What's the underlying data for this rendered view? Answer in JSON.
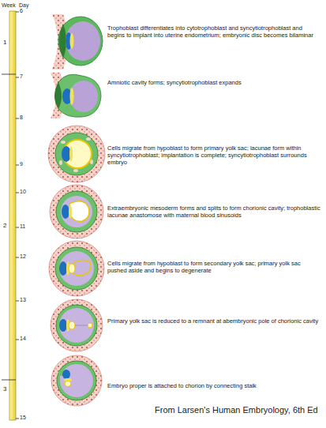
{
  "diagram": {
    "caption": "From Larsen's Human Embryology, 6th Ed",
    "labels": [
      "Week",
      "Day",
      "1",
      "2",
      "3",
      "6",
      "7",
      "8",
      "9",
      "10",
      "11",
      "12",
      "13",
      "14",
      "15",
      "Trophoblast differentiates into cytotrophoblast and syncytiotrophoblast and begins to implant into uterine endometrium; embryonic disc becomes bilaminar",
      "Amniotic cavity forms; syncytiotrophoblast expands",
      "Cells migrate from hypoblast to form primary yolk sac; lacunae form within syncytiotrophoblast; implantation is complete; syncytiotrophoblast surrounds embryo",
      "Extraembryonic mesoderm forms and splits to form chorionic cavity; trophoblastic lacunae anastomose with maternal blood sinusoids",
      "Cells migrate from hypoblast to form secondary yolk sac; primary yolk sac pushed aside and begins to degenerate",
      "Primary yolk sac is reduced to a remnant at abembryonic pole of chorionic cavity",
      "Embryo proper is attached to chorion by connecting stalk"
    ]
  }
}
